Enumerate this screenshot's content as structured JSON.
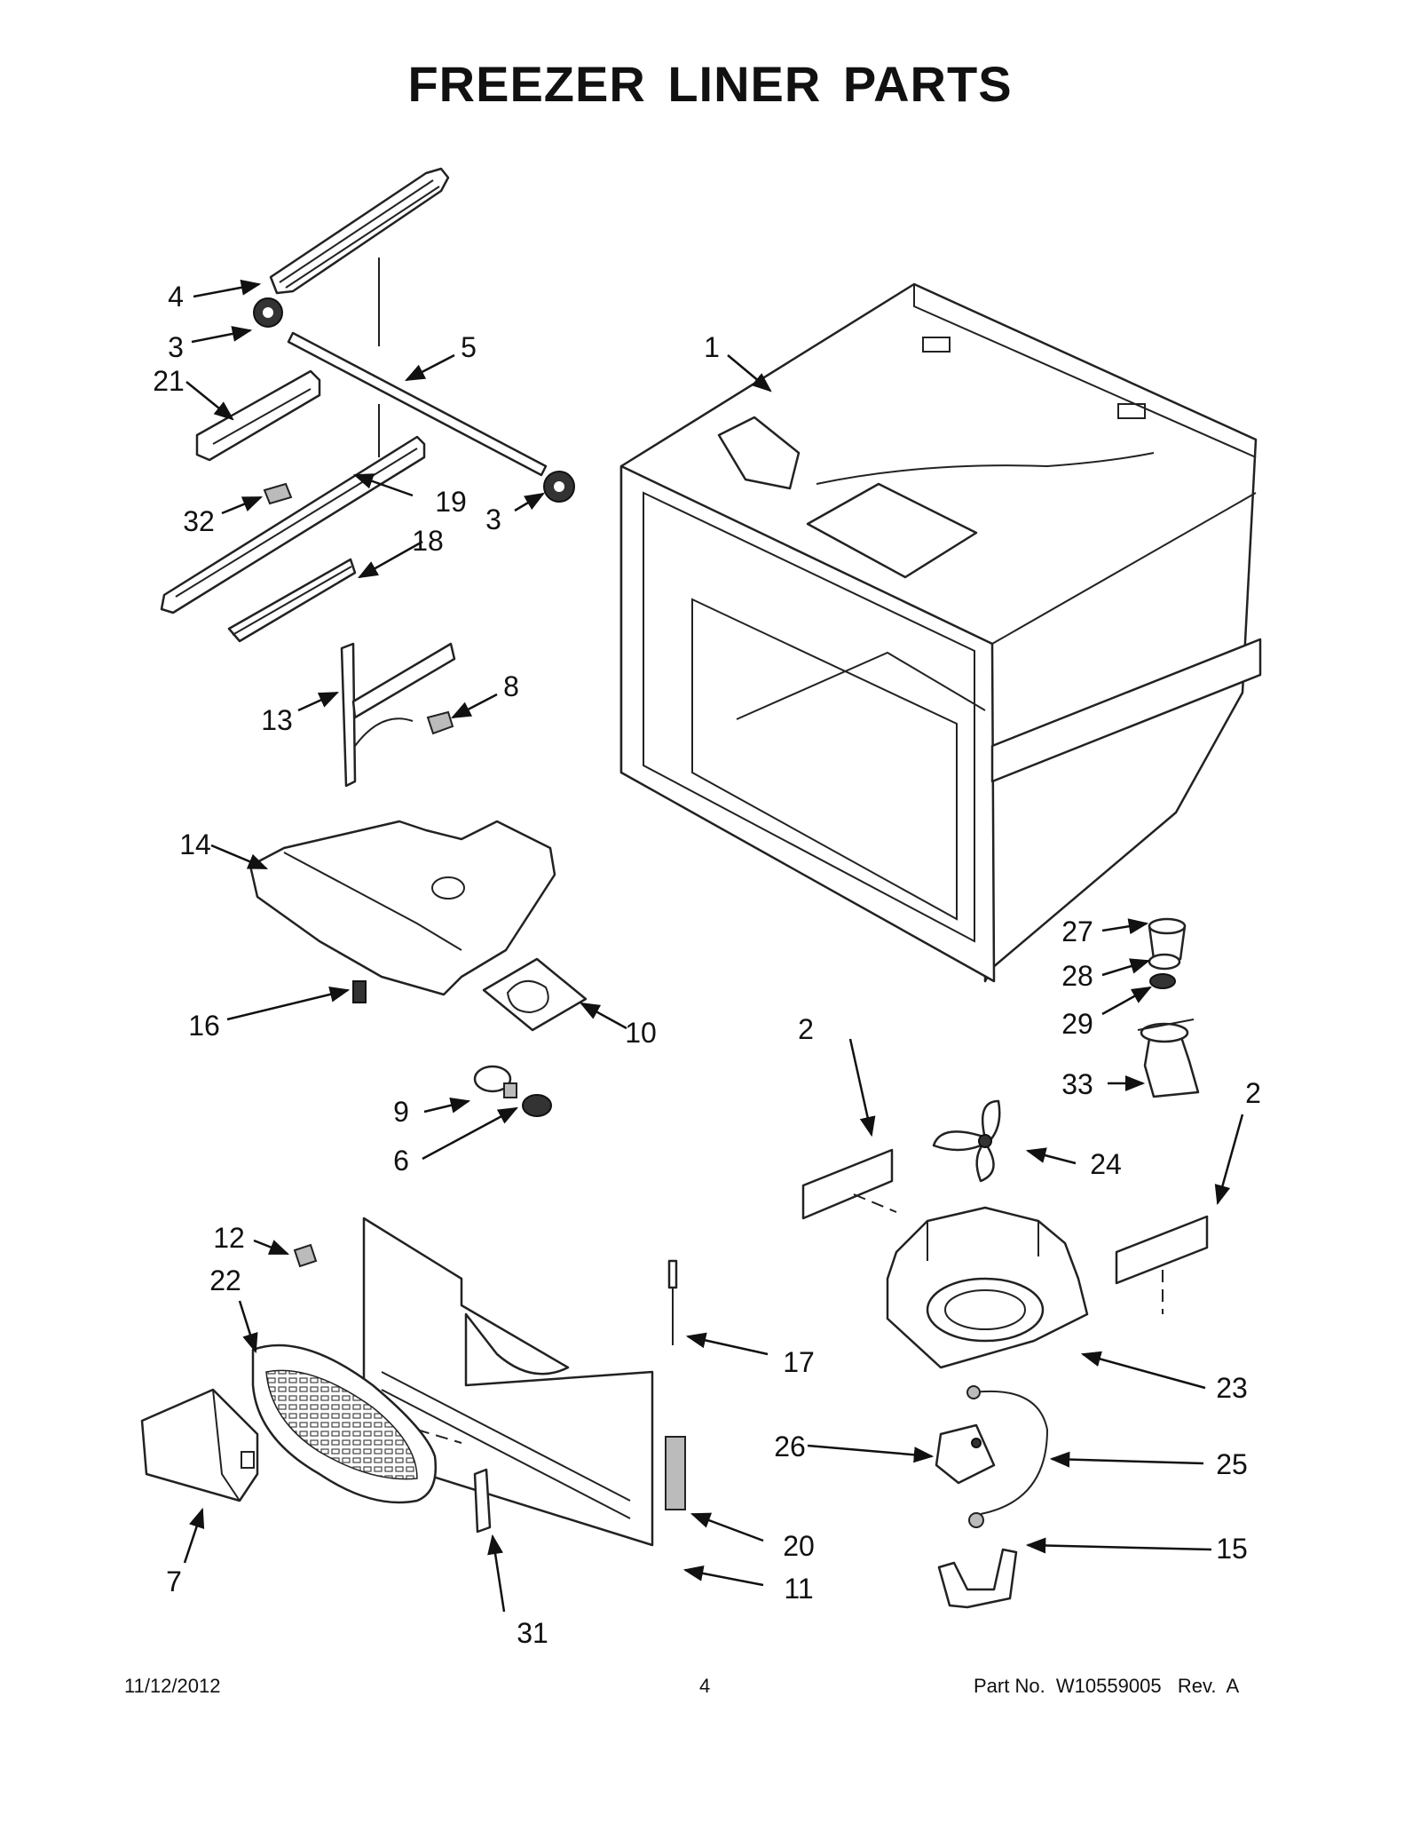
{
  "title": "FREEZER LINER PARTS",
  "footer": {
    "date": "11/12/2012",
    "page": "4",
    "part_number": "Part No.  W10559005   Rev.  A"
  },
  "callouts": [
    {
      "id": "c1",
      "text": "1"
    },
    {
      "id": "c2a",
      "text": "2"
    },
    {
      "id": "c2b",
      "text": "2"
    },
    {
      "id": "c3a",
      "text": "3"
    },
    {
      "id": "c3b",
      "text": "3"
    },
    {
      "id": "c4",
      "text": "4"
    },
    {
      "id": "c5",
      "text": "5"
    },
    {
      "id": "c6",
      "text": "6"
    },
    {
      "id": "c7",
      "text": "7"
    },
    {
      "id": "c8",
      "text": "8"
    },
    {
      "id": "c9",
      "text": "9"
    },
    {
      "id": "c10",
      "text": "10"
    },
    {
      "id": "c11",
      "text": "11"
    },
    {
      "id": "c12",
      "text": "12"
    },
    {
      "id": "c13",
      "text": "13"
    },
    {
      "id": "c14",
      "text": "14"
    },
    {
      "id": "c15",
      "text": "15"
    },
    {
      "id": "c16",
      "text": "16"
    },
    {
      "id": "c17",
      "text": "17"
    },
    {
      "id": "c18",
      "text": "18"
    },
    {
      "id": "c19",
      "text": "19"
    },
    {
      "id": "c20",
      "text": "20"
    },
    {
      "id": "c21",
      "text": "21"
    },
    {
      "id": "c22",
      "text": "22"
    },
    {
      "id": "c23",
      "text": "23"
    },
    {
      "id": "c24",
      "text": "24"
    },
    {
      "id": "c25",
      "text": "25"
    },
    {
      "id": "c26",
      "text": "26"
    },
    {
      "id": "c27",
      "text": "27"
    },
    {
      "id": "c28",
      "text": "28"
    },
    {
      "id": "c29",
      "text": "29"
    },
    {
      "id": "c31",
      "text": "31"
    },
    {
      "id": "c32",
      "text": "32"
    },
    {
      "id": "c33",
      "text": "33"
    }
  ]
}
